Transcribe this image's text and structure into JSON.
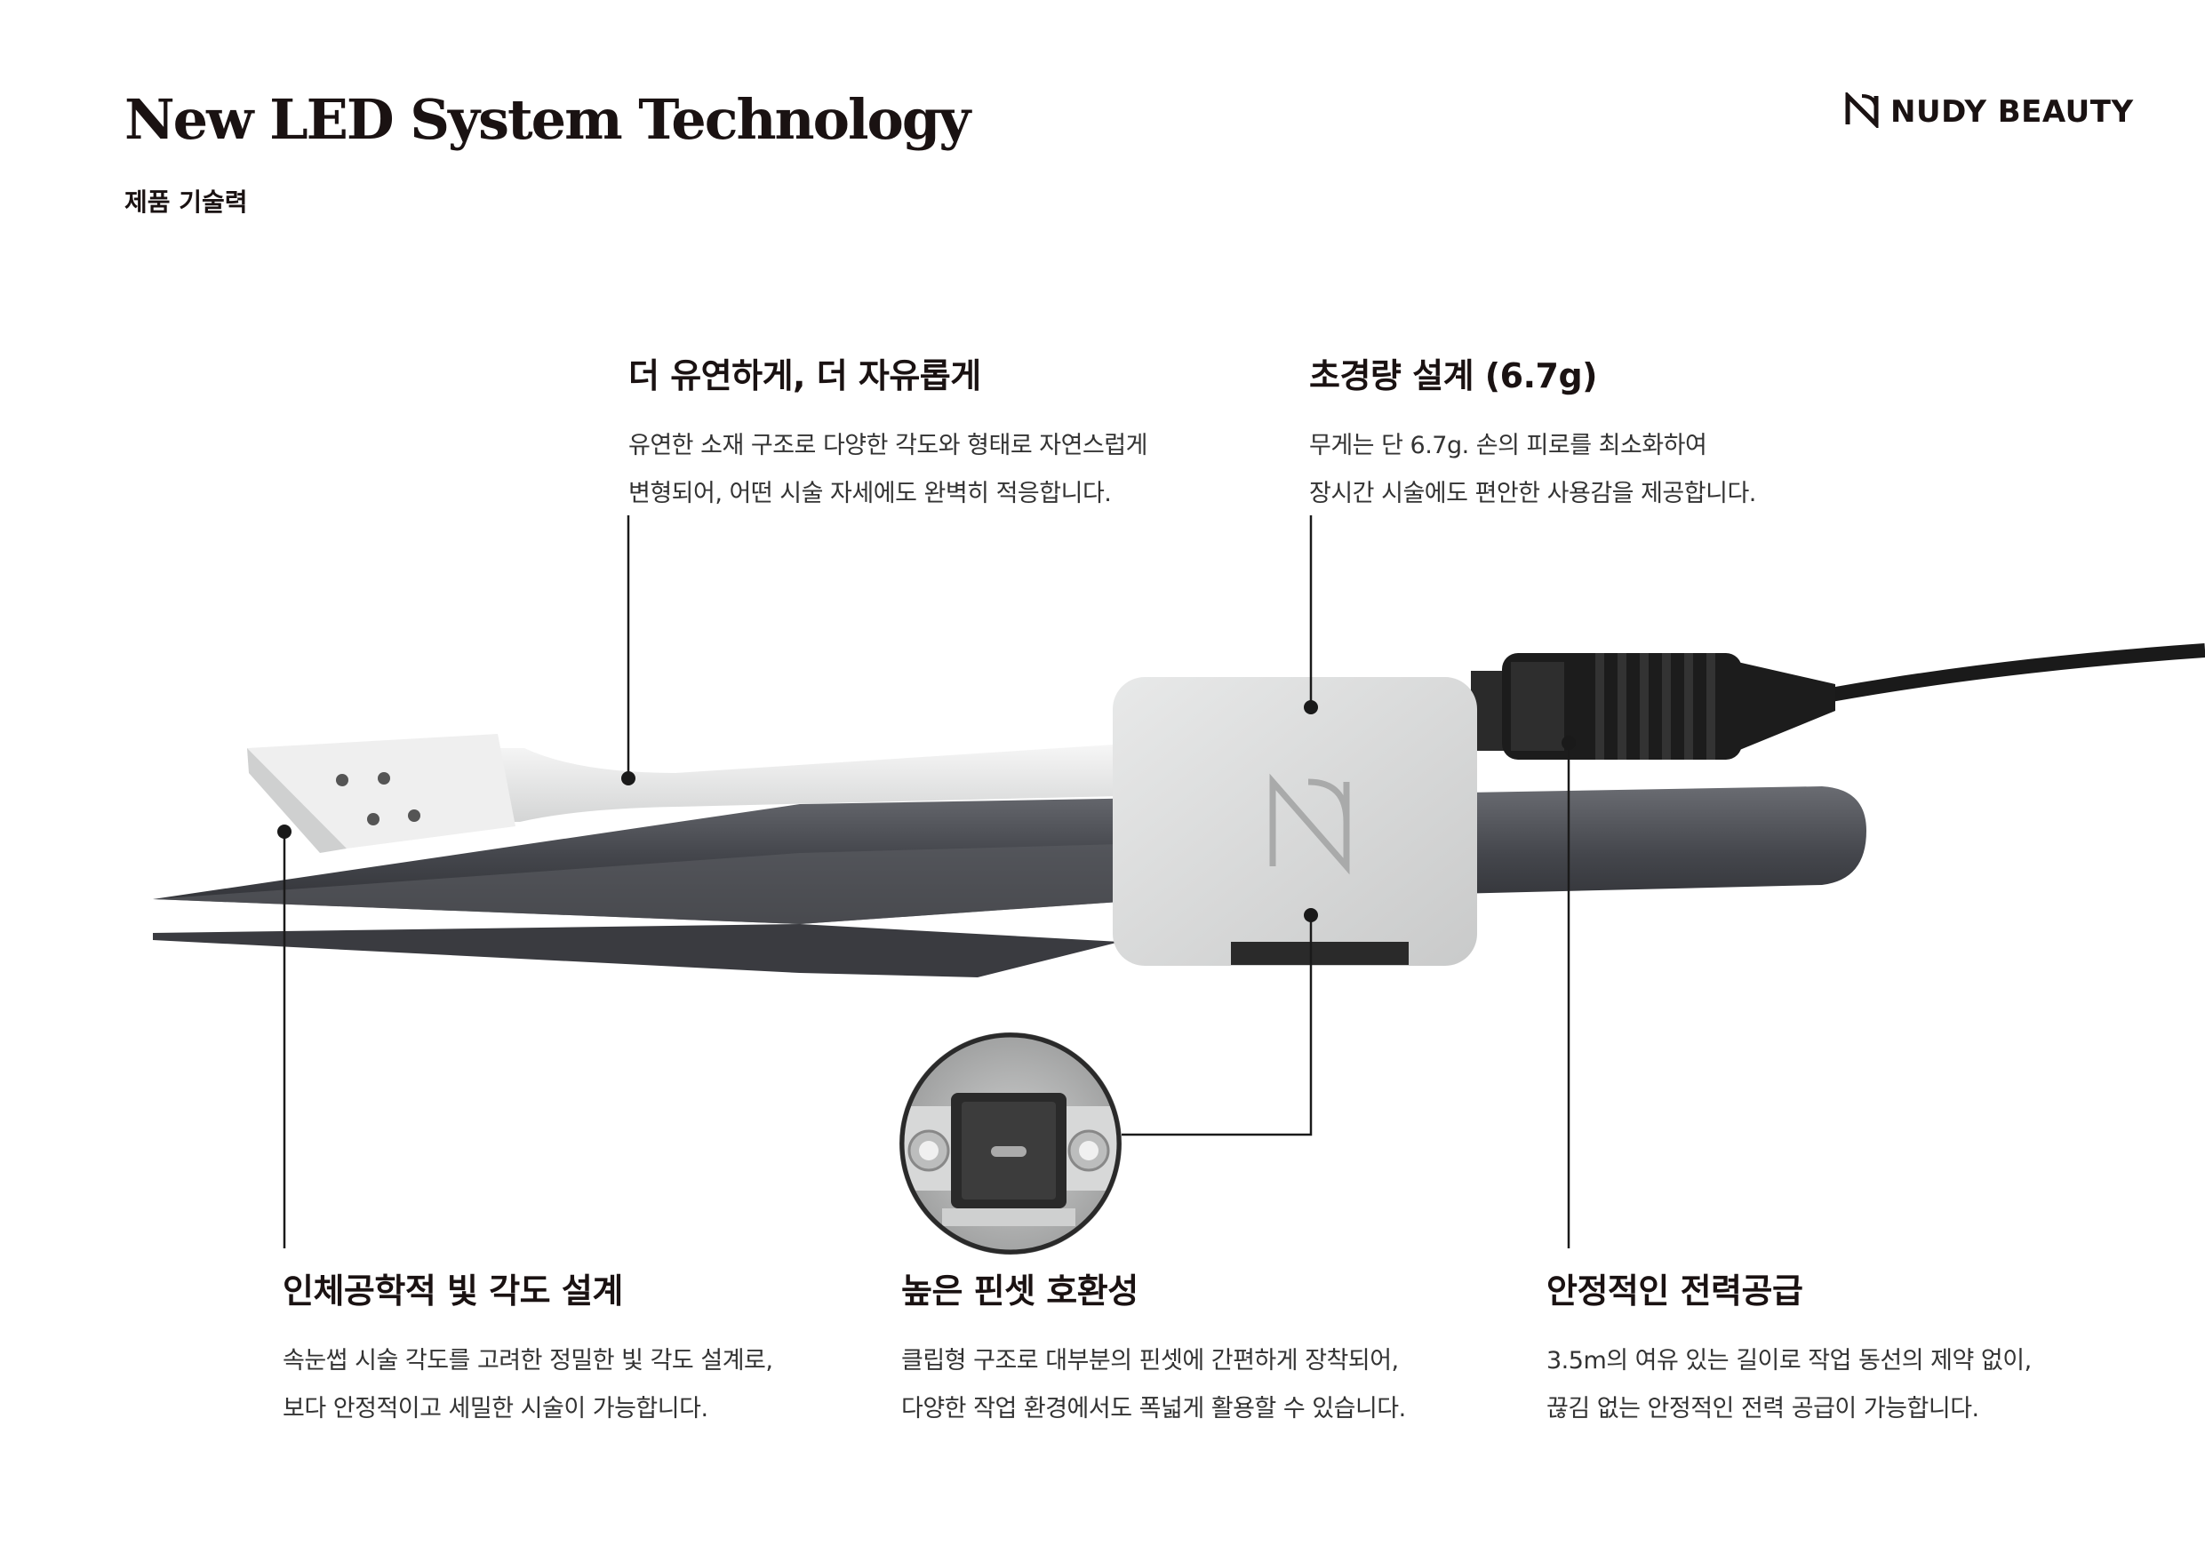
{
  "header": {
    "title": "New LED System Technology",
    "subtitle": "제품 기술력"
  },
  "brand": {
    "name": "NUDY BEAUTY",
    "logo_icon": "nb-monogram-icon"
  },
  "features": [
    {
      "id": "flexible",
      "title": "더 유연하게, 더 자유롭게",
      "lines": [
        "유연한 소재 구조로 다양한 각도와 형태로 자연스럽게",
        "변형되어, 어떤 시술 자세에도 완벽히 적응합니다."
      ]
    },
    {
      "id": "lightweight",
      "title": "초경량 설계 (6.7g)",
      "lines": [
        "무게는 단 6.7g. 손의 피로를 최소화하여",
        "장시간 시술에도 편안한 사용감을 제공합니다."
      ]
    },
    {
      "id": "ergonomic",
      "title": "인체공학적 빛 각도 설계",
      "lines": [
        "속눈썹 시술 각도를 고려한 정밀한 빛 각도 설계로,",
        "보다 안정적이고 세밀한 시술이 가능합니다."
      ]
    },
    {
      "id": "compatibility",
      "title": "높은 핀셋 호환성",
      "lines": [
        "클립형 구조로 대부분의 핀셋에 간편하게 장착되어,",
        "다양한 작업 환경에서도 폭넓게 활용할 수 있습니다."
      ]
    },
    {
      "id": "power",
      "title": "안정적인 전력공급",
      "lines": [
        "3.5m의 여유 있는 길이로 작업 동선의 제약 없이,",
        "끊김 없는 안정적인 전력 공급이 가능합니다."
      ]
    }
  ],
  "colors": {
    "text": "#1a1212",
    "body_text": "#333333",
    "tweezer": "#4a4c52",
    "device_body": "#d7d8d8",
    "connector": "#1c1c1c"
  }
}
